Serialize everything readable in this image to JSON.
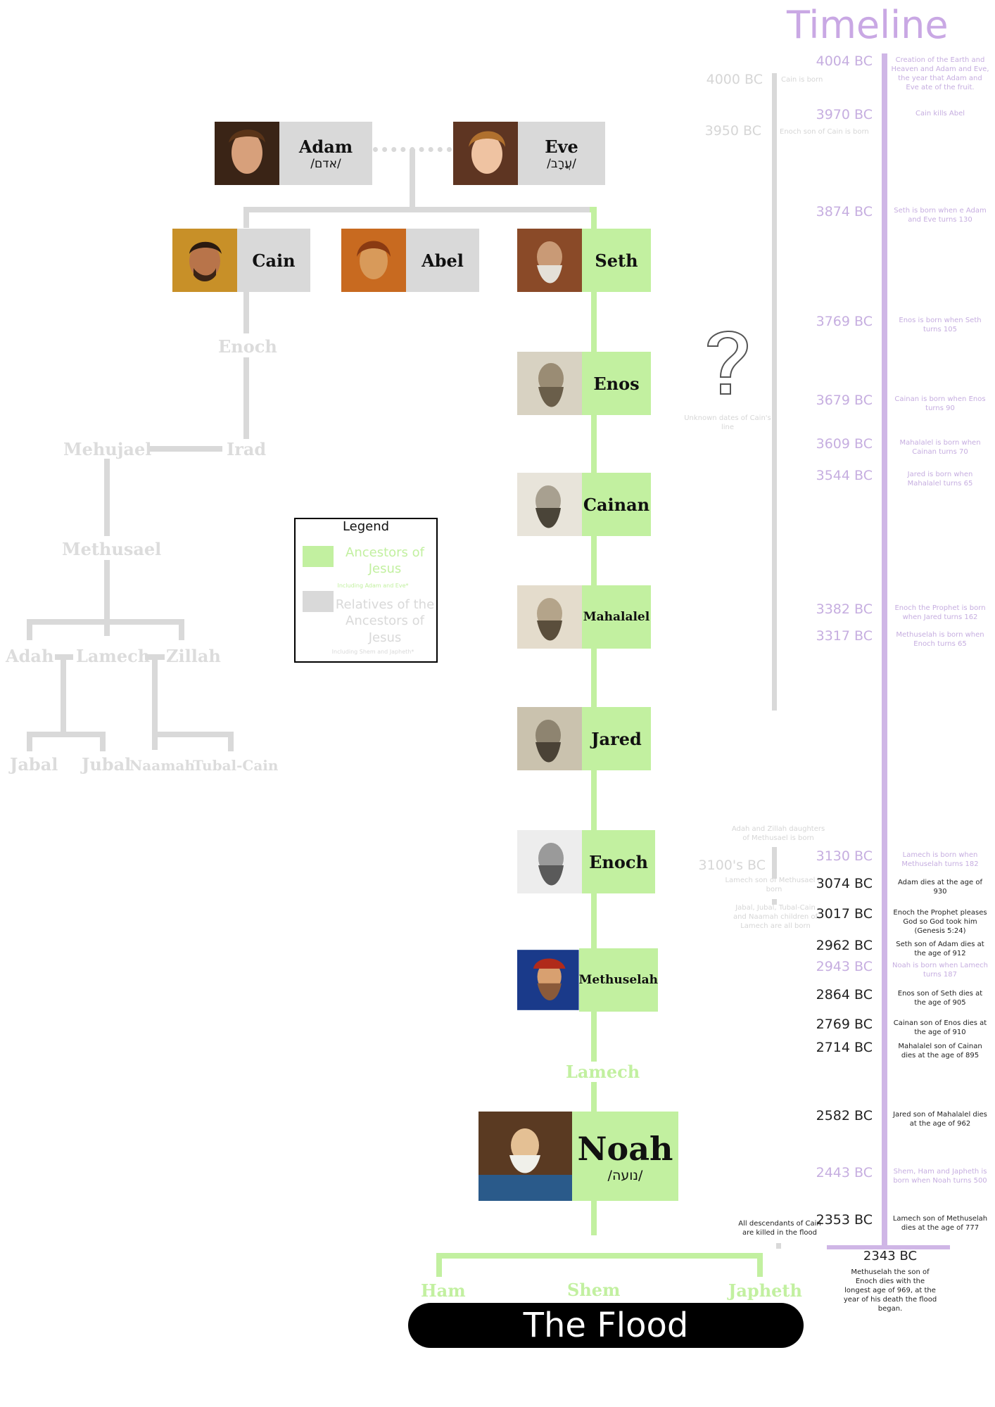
{
  "timeline_title": "Timeline",
  "colors": {
    "ancestor": "#c2f0a0",
    "relative": "#d9d9d9",
    "timeline": "#cfb6e6",
    "flood": "#000000"
  },
  "tree": {
    "adam": {
      "name": "Adam",
      "hebrew": "/אדם/"
    },
    "eve": {
      "name": "Eve",
      "hebrew": "/עֲרָב/"
    },
    "cain": "Cain",
    "abel": "Abel",
    "seth": "Seth",
    "enos": "Enos",
    "cainan": "Cainan",
    "mahalalel": "Mahalalel",
    "jared": "Jared",
    "enoch": "Enoch",
    "methuselah": "Methuselah",
    "lamech": "Lamech",
    "noah": {
      "name": "Noah",
      "hebrew": "/נועה/"
    },
    "ham": "Ham",
    "shem": "Shem",
    "japheth": "Japheth"
  },
  "cain_line": {
    "enoch": "Enoch",
    "irad": "Irad",
    "mehujael": "Mehujael",
    "methusael": "Methusael",
    "adah": "Adah",
    "lamech": "Lamech",
    "zillah": "Zillah",
    "jabal": "Jabal",
    "jubal": "Jubal",
    "naamah": "Naamah",
    "tubal_cain": "Tubal-Cain"
  },
  "legend": {
    "title": "Legend",
    "ancestors": "Ancestors of Jesus",
    "ancestors_note": "Including Adam and Eve*",
    "relatives": "Relatives of the Ancestors of Jesus",
    "relatives_note": "Including Shem and Japheth*"
  },
  "question": {
    "mark": "?",
    "note": "Unknown dates of Cain's line"
  },
  "cain_events": [
    {
      "year": "4000 BC",
      "event": "Cain is born"
    },
    {
      "year": "3950 BC",
      "event": "Enoch son of Cain is born"
    },
    {
      "year": "3100's BC",
      "event": ""
    }
  ],
  "cain_notes": {
    "adah_zillah": "Adah and Zillah daughters of Methusael is born",
    "lamech": "Lamech son of Methusael is born",
    "children": "Jabal, Jubal, Tubal-Cain and Naamah children of Lamech are all born",
    "flood": "All descendants of Cain are killed in the flood"
  },
  "timeline": [
    {
      "year": "4004 BC",
      "event": "Creation of the Earth and Heaven and Adam and Eve, the year that Adam and Eve ate of the fruit."
    },
    {
      "year": "3970 BC",
      "event": "Cain kills Abel"
    },
    {
      "year": "3874 BC",
      "event": "Seth is born when e Adam and Eve turns 130"
    },
    {
      "year": "3769 BC",
      "event": "Enos is born when Seth turns 105"
    },
    {
      "year": "3679 BC",
      "event": "Cainan is born when Enos turns 90"
    },
    {
      "year": "3609 BC",
      "event": "Mahalalel is born when Cainan turns 70"
    },
    {
      "year": "3544 BC",
      "event": "Jared is born when Mahalalel turns 65"
    },
    {
      "year": "3382 BC",
      "event": "Enoch the Prophet is born when Jared turns 162"
    },
    {
      "year": "3317 BC",
      "event": "Methuselah is born when Enoch turns 65"
    },
    {
      "year": "3130 BC",
      "event": "Lamech is born when Methuselah turns 182"
    },
    {
      "year": "3074 BC",
      "event": "Adam dies at the age of 930"
    },
    {
      "year": "3017 BC",
      "event": "Enoch the Prophet pleases God so God took him (Genesis 5:24)"
    },
    {
      "year": "2962 BC",
      "event": "Seth son of Adam dies at the age of 912"
    },
    {
      "year": "2943 BC",
      "event": "Noah is born when Lamech turns 187"
    },
    {
      "year": "2864 BC",
      "event": "Enos son of Seth dies at the age of 905"
    },
    {
      "year": "2769 BC",
      "event": "Cainan son of Enos dies at the age of 910"
    },
    {
      "year": "2714 BC",
      "event": "Mahalalel son of Cainan dies at the age of 895"
    },
    {
      "year": "2582 BC",
      "event": "Jared son of Mahalalel dies at the age of 962"
    },
    {
      "year": "2443 BC",
      "event": "Shem, Ham and Japheth is born when Noah turns 500"
    },
    {
      "year": "2353 BC",
      "event": "Lamech son of Methuselah dies at the age of 777"
    },
    {
      "year": "2343 BC",
      "event": "Methuselah the son of Enoch dies with the longest age of 969, at the year of his death the flood began."
    }
  ],
  "flood_label": "The Flood"
}
